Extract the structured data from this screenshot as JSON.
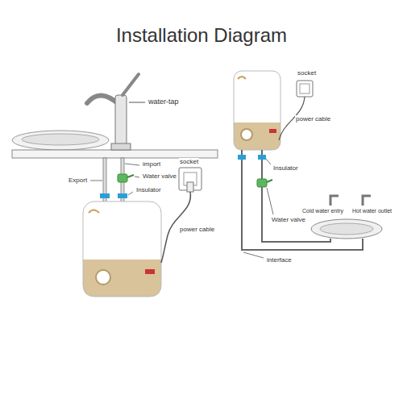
{
  "diagram": {
    "title": "Installation Diagram",
    "labels": [
      "water-tap",
      "import",
      "Water valve",
      "Export",
      "Insulator",
      "socket",
      "power cable",
      "socket",
      "power cable",
      "Insulator",
      "Water valve",
      "interface",
      "Cold water entry",
      "Hot water outlet"
    ]
  }
}
